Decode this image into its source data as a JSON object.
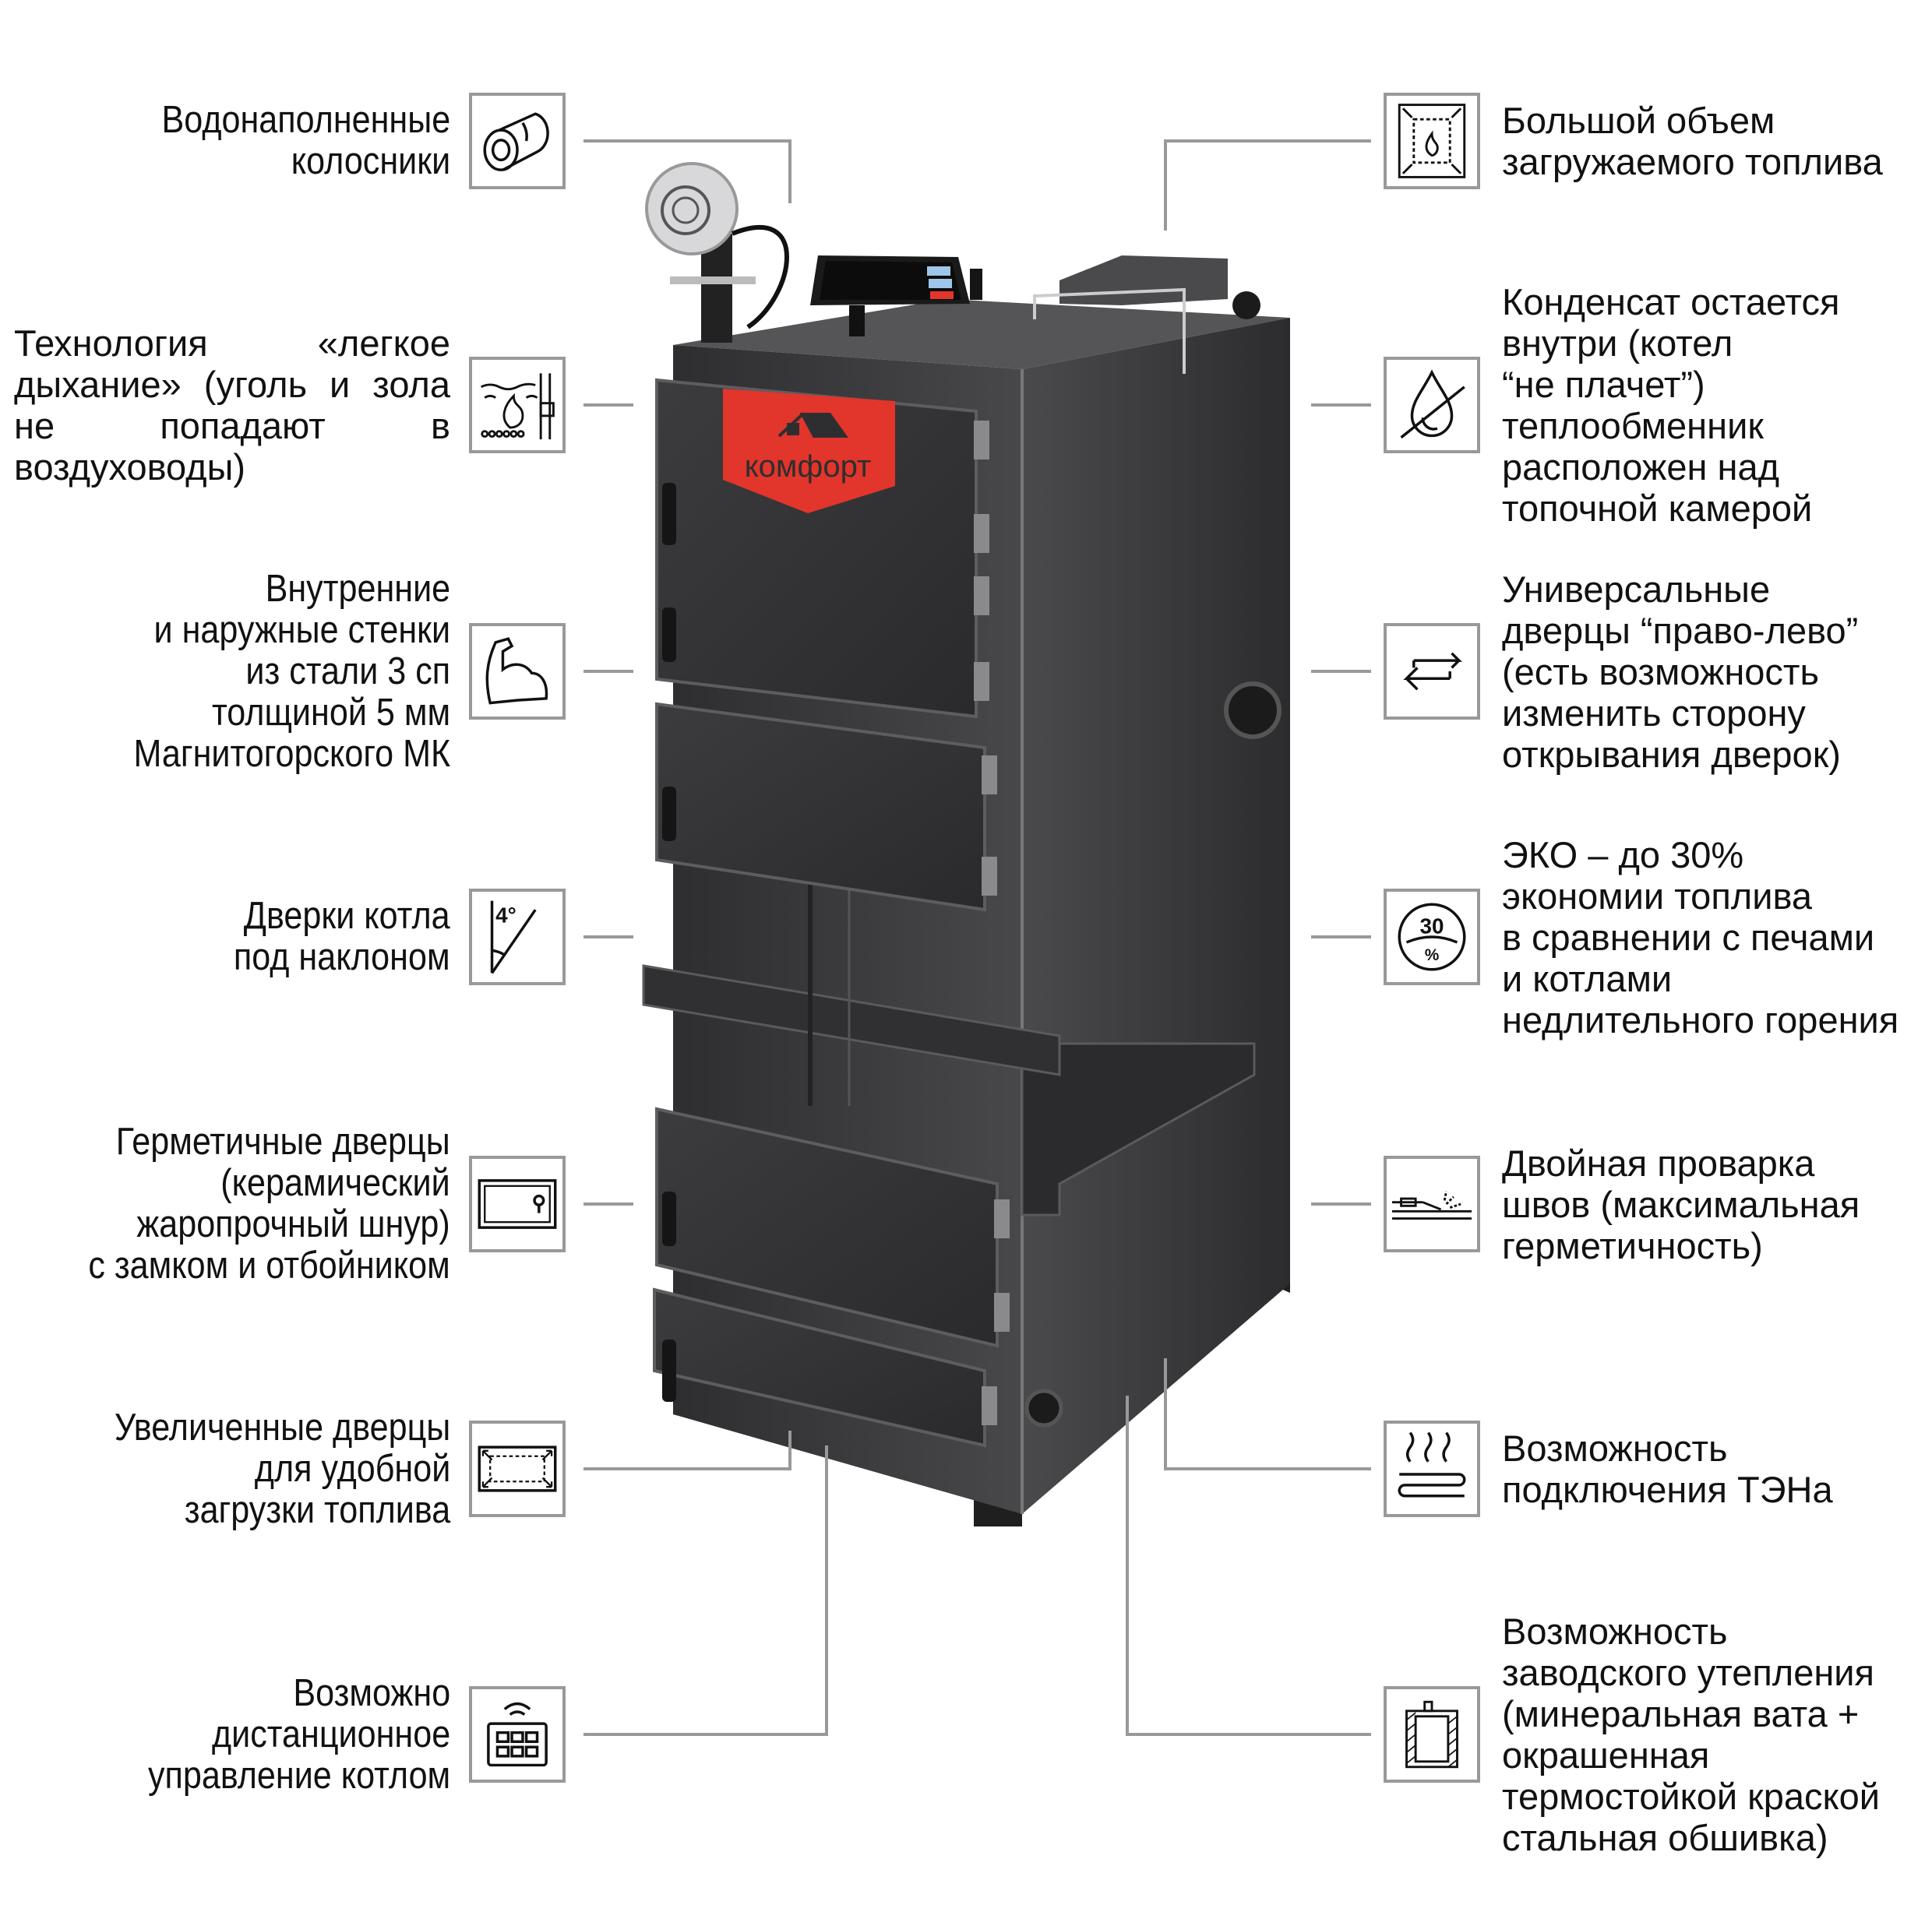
{
  "brand": {
    "name": "комфорт",
    "badge_color": "#e2352b",
    "body_color": "#3a3a3c"
  },
  "left_features": [
    {
      "icon": "grate-tube-icon",
      "text": "Водонаполненные\nколосники"
    },
    {
      "icon": "easy-breath-icon",
      "text": "Технология «легкое дыхание» (уголь и зола не попадают в воздуховоды)"
    },
    {
      "icon": "strong-arm-icon",
      "text": "Внутренние\nи наружные стенки\nиз стали 3 сп\nтолщиной 5 мм\nМагнитогорского МК"
    },
    {
      "icon": "angle-4-icon",
      "angle_label": "4°",
      "text": "Дверки котла\nпод наклоном"
    },
    {
      "icon": "sealed-door-icon",
      "text": "Герметичные дверцы\n(керамический\nжаропрочный шнур)\nс замком и отбойником"
    },
    {
      "icon": "large-door-icon",
      "text": "Увеличенные дверцы\nдля удобной\nзагрузки топлива"
    },
    {
      "icon": "remote-control-icon",
      "text": "Возможно\nдистанционное\nуправление котлом"
    }
  ],
  "right_features": [
    {
      "icon": "fuel-volume-icon",
      "text": "Большой объем\nзагружаемого топлива"
    },
    {
      "icon": "condensate-drop-icon",
      "text": "Конденсат остается\nвнутри (котел\n“не плачет”)\nтеплообменник\nрасположен над\nтопочной камерой"
    },
    {
      "icon": "reversible-door-icon",
      "text": "Универсальные\nдверцы “право-лево”\n(есть возможность\nизменить сторону\nоткрывания дверок)"
    },
    {
      "icon": "eco-30-icon",
      "badge_value": "30",
      "badge_unit": "%",
      "text": "ЭКО – до 30%\nэкономии топлива\nв сравнении с печами\nи котлами\nнедлительного горения"
    },
    {
      "icon": "double-weld-icon",
      "text": "Двойная проварка\nшвов (максимальная\nгерметичность)"
    },
    {
      "icon": "heating-element-icon",
      "text": "Возможность\nподключения ТЭНа"
    },
    {
      "icon": "insulation-icon",
      "text": "Возможность\nзаводского утепления\n(минеральная вата +\nокрашенная\nтермостойкой краской\nстальная обшивка)"
    }
  ]
}
